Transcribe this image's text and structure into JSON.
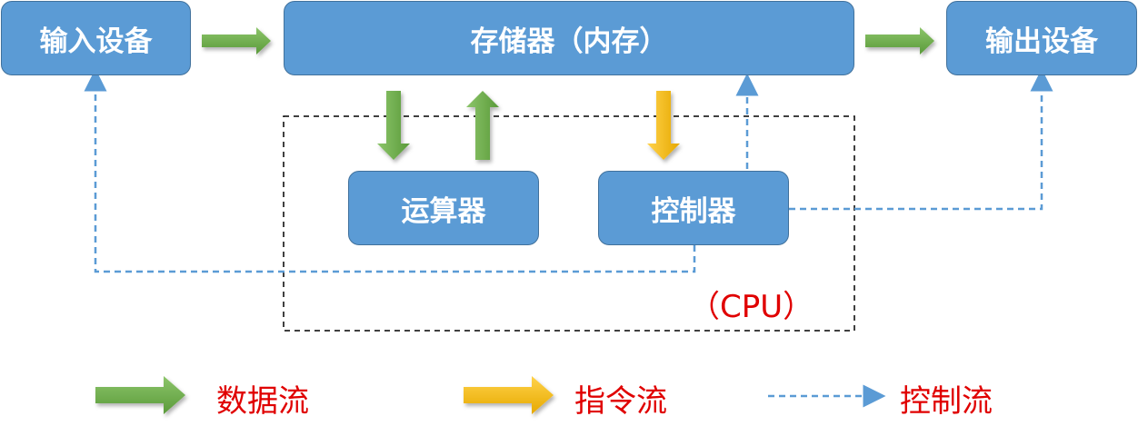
{
  "nodes": {
    "input": "输入设备",
    "memory": "存储器（内存）",
    "output": "输出设备",
    "alu": "运算器",
    "controller": "控制器"
  },
  "cpu_label": "（CPU）",
  "legend": {
    "data_flow": "数据流",
    "instruction_flow": "指令流",
    "control_flow": "控制流"
  },
  "colors": {
    "box_fill": "#5b9bd5",
    "data_arrow": "#70ad47",
    "instruction_arrow": "#ffc000",
    "control_line": "#5b9bd5",
    "label_red": "#e00000"
  }
}
